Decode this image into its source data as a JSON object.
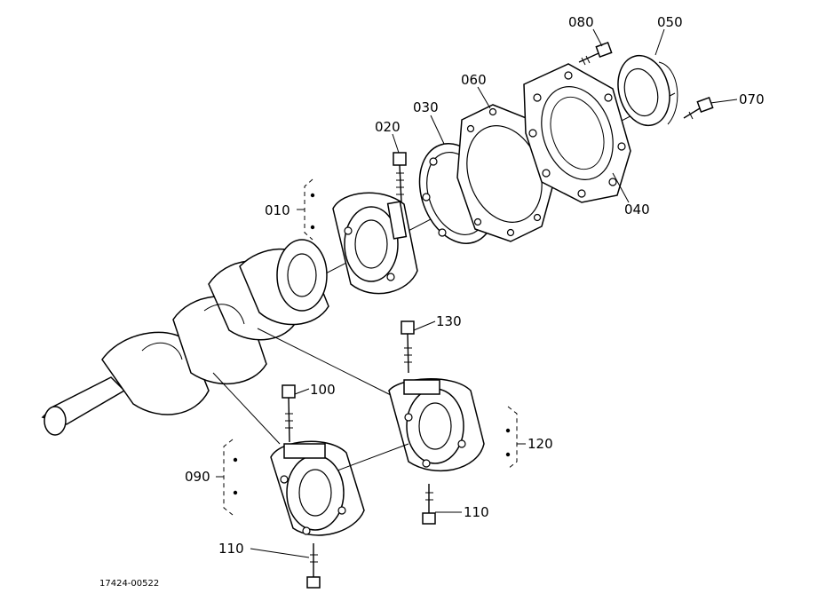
{
  "drawing_number": "17424-00522",
  "callouts": {
    "c010": "010",
    "c020": "020",
    "c030": "030",
    "c040": "040",
    "c050": "050",
    "c060": "060",
    "c070": "070",
    "c080": "080",
    "c090": "090",
    "c100": "100",
    "c110a": "110",
    "c110b": "110",
    "c120": "120",
    "c130": "130"
  }
}
